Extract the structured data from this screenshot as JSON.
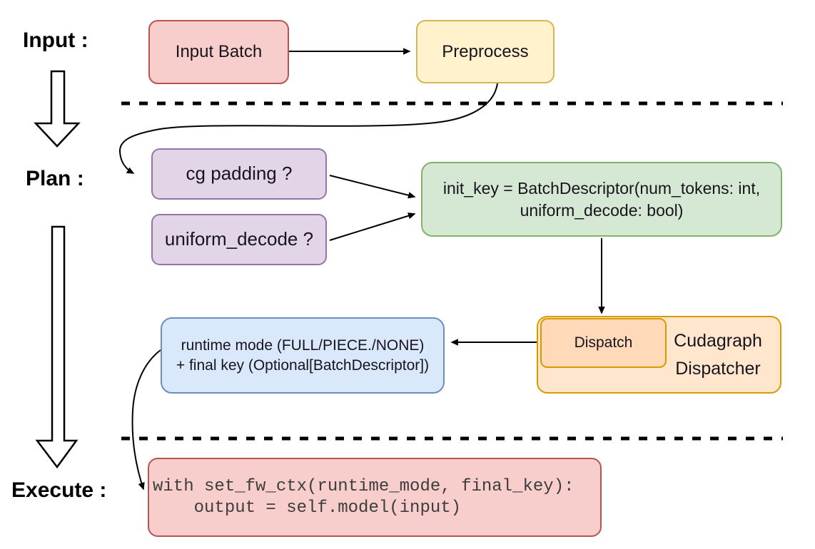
{
  "labels": {
    "input": "Input :",
    "plan": "Plan :",
    "execute": "Execute :"
  },
  "nodes": {
    "input_batch": {
      "label": "Input Batch",
      "fill": "#f8cecc",
      "stroke": "#b85450"
    },
    "preprocess": {
      "label": "Preprocess",
      "fill": "#fff2cc",
      "stroke": "#d6b656"
    },
    "cg_padding": {
      "label": "cg padding ?",
      "fill": "#e1d5e7",
      "stroke": "#9673a6"
    },
    "uniform_decode": {
      "label": "uniform_decode ?",
      "fill": "#e1d5e7",
      "stroke": "#9673a6"
    },
    "init_key": {
      "line1": "init_key = BatchDescriptor(num_tokens: int,",
      "line2": "uniform_decode: bool)",
      "fill": "#d5e8d4",
      "stroke": "#82b366"
    },
    "cudagraph_dispatcher": {
      "line1": "Cudagraph",
      "line2": "Dispatcher",
      "fill": "#ffe6cc",
      "stroke": "#d79b00"
    },
    "dispatch": {
      "label": "Dispatch",
      "fill": "#ffd9b8",
      "stroke": "#d79b00"
    },
    "runtime_mode": {
      "line1": "runtime mode (FULL/PIECE./NONE)",
      "line2": "+ final key (Optional[BatchDescriptor])",
      "fill": "#dae8fc",
      "stroke": "#6c8ebf"
    },
    "execute_code": {
      "line1": "with set_fw_ctx(runtime_mode, final_key):",
      "line2": "    output = self.model(input)",
      "fill": "#f8cecc",
      "stroke": "#b85450",
      "text_color": "#3d3d3d"
    }
  },
  "connector_color": "#000000"
}
